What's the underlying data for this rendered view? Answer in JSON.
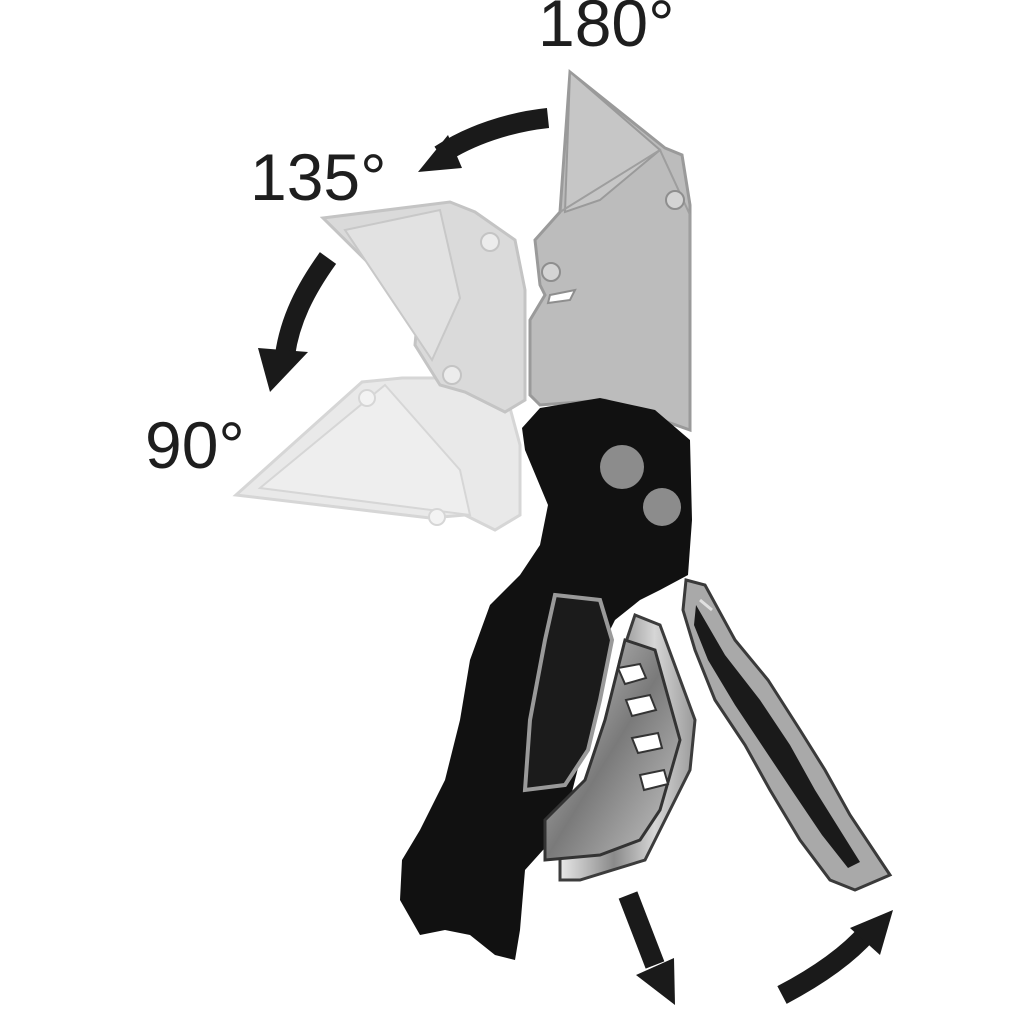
{
  "angles": {
    "deg180": "180°",
    "deg135": "135°",
    "deg90": "90°"
  },
  "colors": {
    "handle": "#111111",
    "blade_front": "#b9b9b9",
    "blade_mid": "#cfcfcf",
    "blade_faded": "#e4e4e4",
    "arrow": "#1a1a1a",
    "text": "#1e1e1e"
  },
  "icons": {
    "rotation": "curved-arrow-icon",
    "eject": "straight-arrow-icon"
  }
}
